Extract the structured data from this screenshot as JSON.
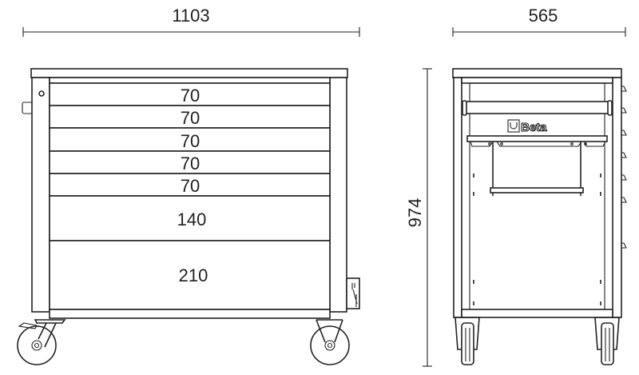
{
  "front_view": {
    "width_dimension": "1103",
    "drawers": [
      {
        "label": "70"
      },
      {
        "label": "70"
      },
      {
        "label": "70"
      },
      {
        "label": "70"
      },
      {
        "label": "70"
      },
      {
        "label": "140"
      },
      {
        "label": "210"
      }
    ]
  },
  "side_view": {
    "depth_dimension": "565",
    "height_dimension": "974",
    "brand_logo": "Beta"
  },
  "colors": {
    "line": "#222222",
    "background": "#ffffff"
  }
}
